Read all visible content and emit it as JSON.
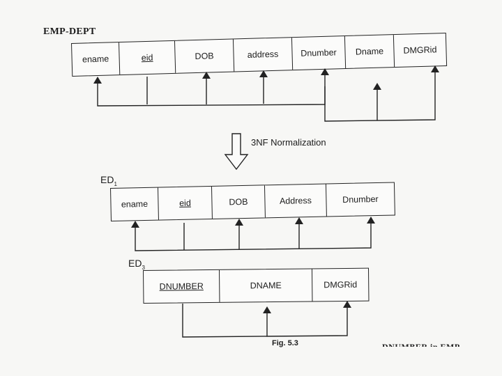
{
  "title": "EMP-DEPT",
  "emp_dept": {
    "attributes": [
      {
        "label": "ename",
        "key": false
      },
      {
        "label": "eid",
        "key": true
      },
      {
        "label": "DOB",
        "key": false
      },
      {
        "label": "address",
        "key": false
      },
      {
        "label": "Dnumber",
        "key": false
      },
      {
        "label": "Dname",
        "key": false
      },
      {
        "label": "DMGRid",
        "key": false
      }
    ]
  },
  "transition": {
    "label": "3NF Normalization"
  },
  "ed1": {
    "name": "ED",
    "subscript": "1",
    "attributes": [
      {
        "label": "ename",
        "key": false
      },
      {
        "label": "eid",
        "key": true
      },
      {
        "label": "DOB",
        "key": false
      },
      {
        "label": "Address",
        "key": false
      },
      {
        "label": "Dnumber",
        "key": false
      }
    ]
  },
  "ed3": {
    "name": "ED",
    "subscript": "3",
    "attributes": [
      {
        "label": "DNUMBER",
        "key": true
      },
      {
        "label": "DNAME",
        "key": false
      },
      {
        "label": "DMGRid",
        "key": false
      }
    ]
  },
  "caption": "Fig. 5.3",
  "footer_fragment": "DNUMBER in EMP"
}
